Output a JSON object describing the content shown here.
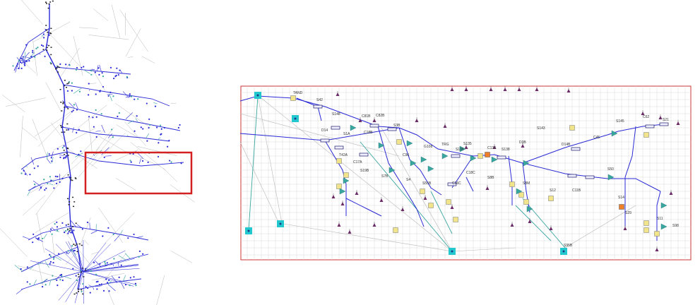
{
  "colors": {
    "line_blue": "#2a2ad6",
    "line_teal": "#3aa6a0",
    "line_grey": "#b8b8b8",
    "highlight_red": "#d32020",
    "node_cyan": "#23c8cf",
    "node_yellow": "#f2e48a",
    "node_orange": "#f07f2a",
    "node_purple": "#6a2a66",
    "grid": "#d9d9d9"
  },
  "overview": {
    "highlight_box_label": "",
    "icons": [
      "network-overview"
    ]
  },
  "detail": {
    "labels": [
      "TAND",
      "S42",
      "S148",
      "C81B",
      "C82B",
      "D14",
      "S1A",
      "C18B",
      "S3B",
      "C96",
      "G108",
      "TRG",
      "S136",
      "S135",
      "C138",
      "S138",
      "D3B",
      "S143",
      "D14B",
      "C45",
      "S145",
      "C62",
      "S21",
      "T42A",
      "C17A",
      "S19B",
      "S7B",
      "S4",
      "S55B",
      "C16C",
      "C18C",
      "S8B",
      "S8M",
      "S12",
      "C11B",
      "S50",
      "S14",
      "S29",
      "S11",
      "S98",
      "S95B"
    ]
  }
}
